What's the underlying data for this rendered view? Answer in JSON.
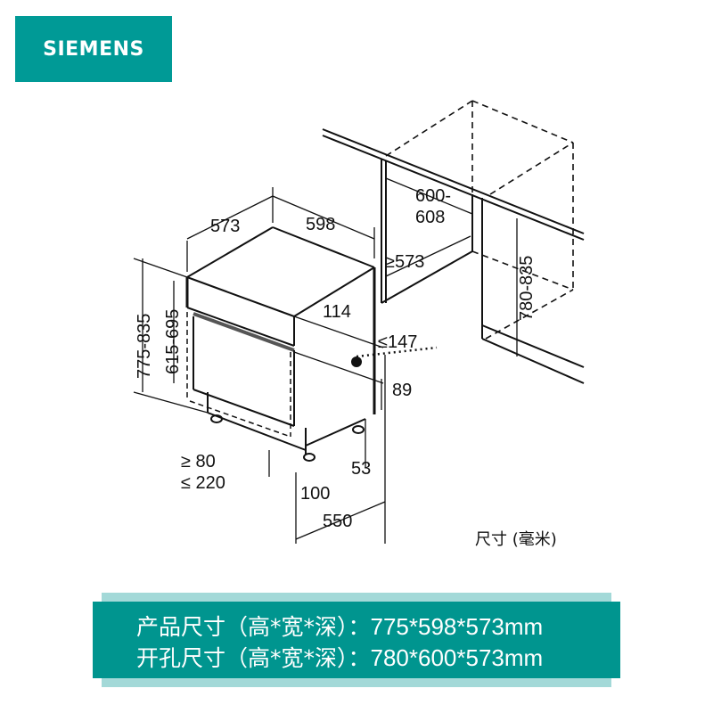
{
  "brand": {
    "name": "SIEMENS",
    "color": "#009a96"
  },
  "diagram": {
    "unit_label": "尺寸 (毫米)",
    "dimensions": {
      "appliance_depth": "573",
      "appliance_width": "598",
      "overall_height": "775-835",
      "body_height": "615-695",
      "panel_offset": "114",
      "connection_offset": "≤147",
      "plinth_height": "89",
      "foot_height_min": "≥ 80",
      "foot_height_max": "≤ 220",
      "foot_setback": "100",
      "foot_depth": "550",
      "side_offset": "53",
      "niche_width_line1": "600-",
      "niche_width_line2": "608",
      "niche_depth": "≥573",
      "niche_height": "780-835"
    }
  },
  "specs": {
    "product": {
      "label": "产品尺寸（高*宽*深）：",
      "value": "775*598*573mm"
    },
    "cutout": {
      "label": "开孔尺寸（高*宽*深）：",
      "value": "780*600*573mm"
    },
    "band_color": "#00958f",
    "band_light_color": "#a3d9d8"
  }
}
